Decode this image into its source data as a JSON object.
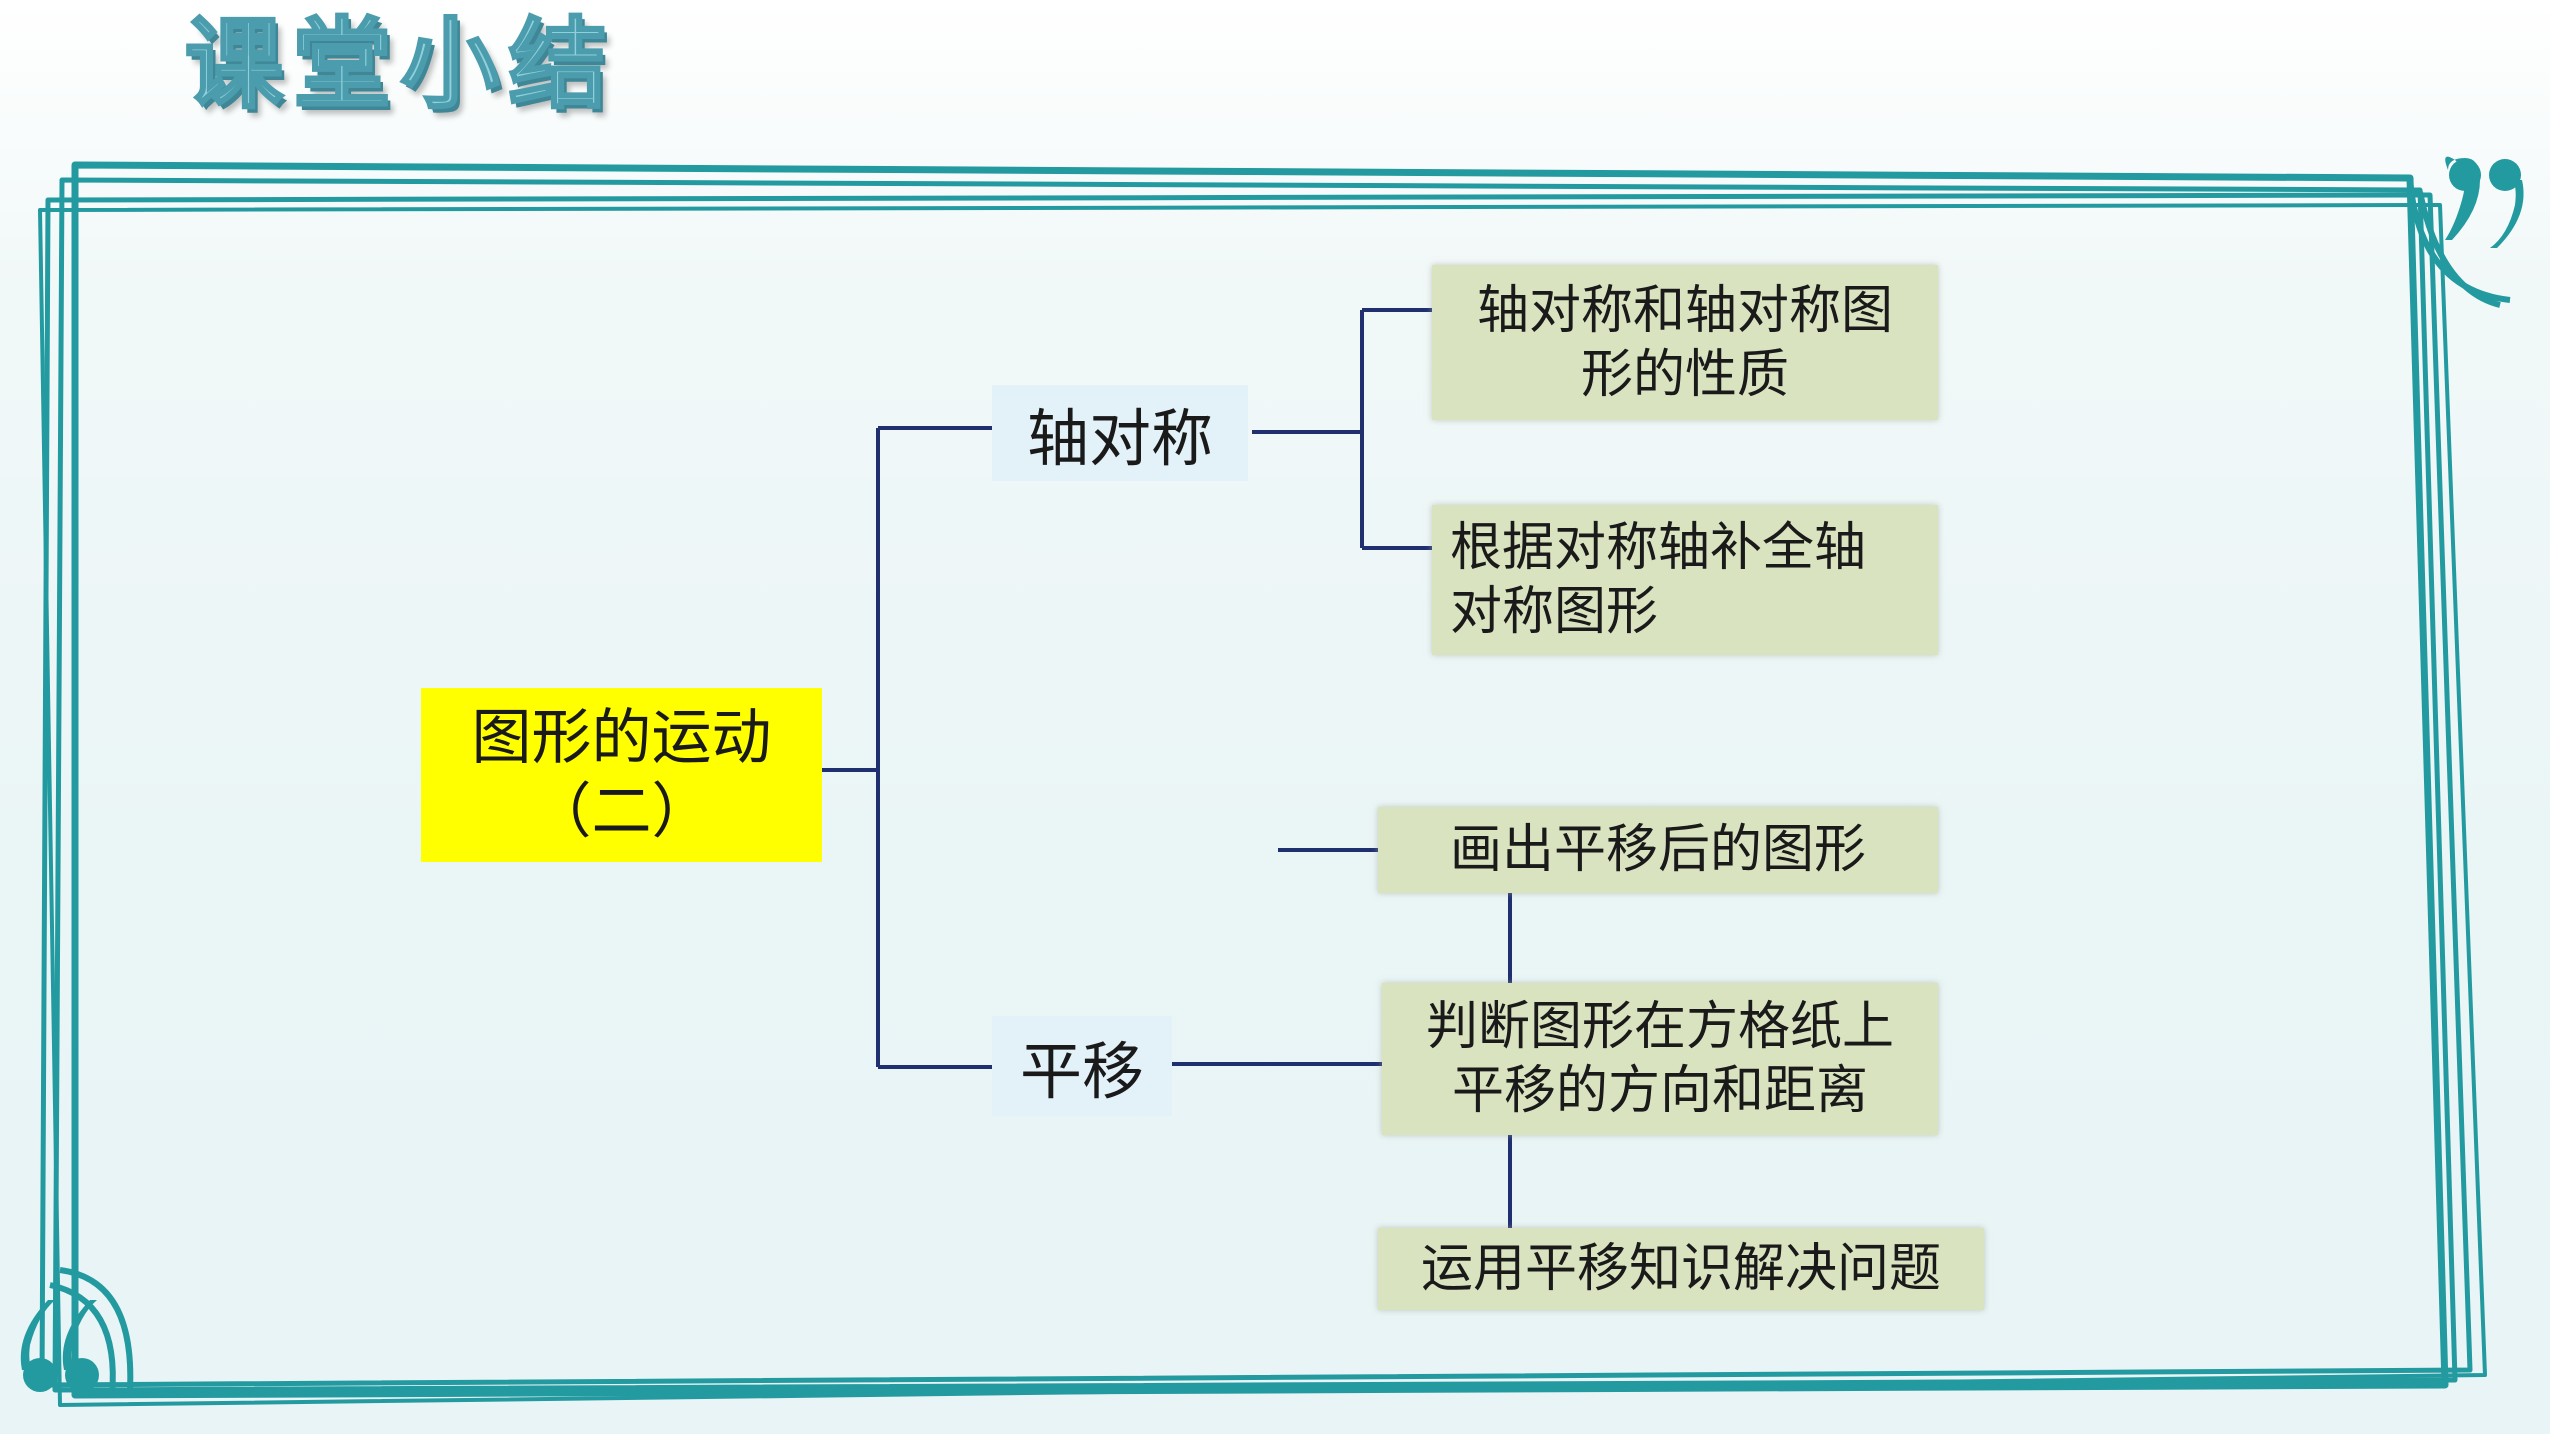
{
  "header": {
    "title": "课堂小结"
  },
  "diagram": {
    "root": "图形的运动\n（二）",
    "branches": [
      {
        "label": "轴对称",
        "leaves": [
          "轴对称和轴对称图\n形的性质",
          "根据对称轴补全轴\n对称图形"
        ]
      },
      {
        "label": "平移",
        "leaves": [
          "画出平移后的图形",
          "判断图形在方格纸上\n平移的方向和距离",
          "运用平移知识解决问题"
        ]
      }
    ]
  },
  "colors": {
    "frame": "#239aa0",
    "connector": "#1f2f70",
    "root_fill": "#ffff00",
    "branch_fill": "#e3f1f8",
    "leaf_fill": "#d9e3c0"
  },
  "icons": [
    "quote-close-icon",
    "quote-open-icon"
  ]
}
